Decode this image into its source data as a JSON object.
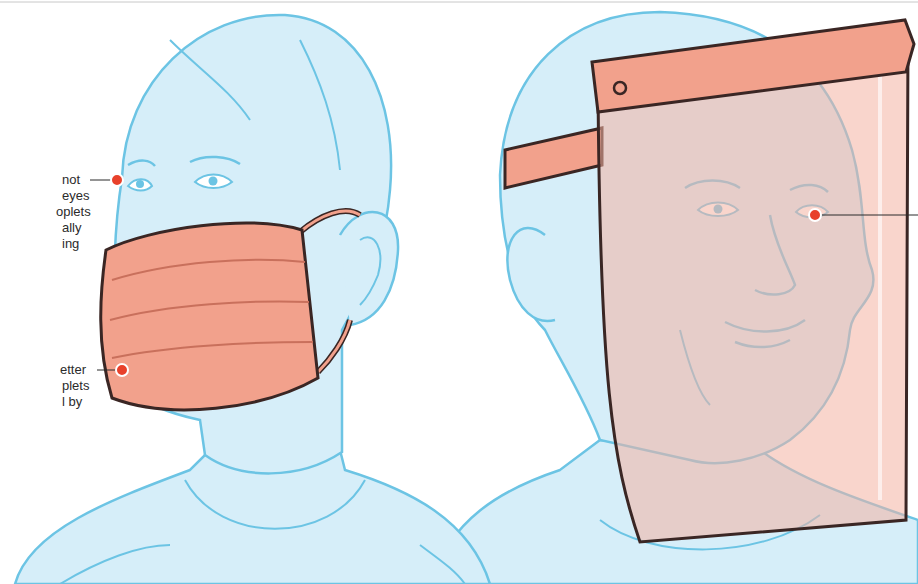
{
  "diagram": {
    "labels": [
      "not",
      "eyes",
      "oplets",
      "ally",
      "ing",
      "etter",
      "plets",
      "l by"
    ]
  }
}
